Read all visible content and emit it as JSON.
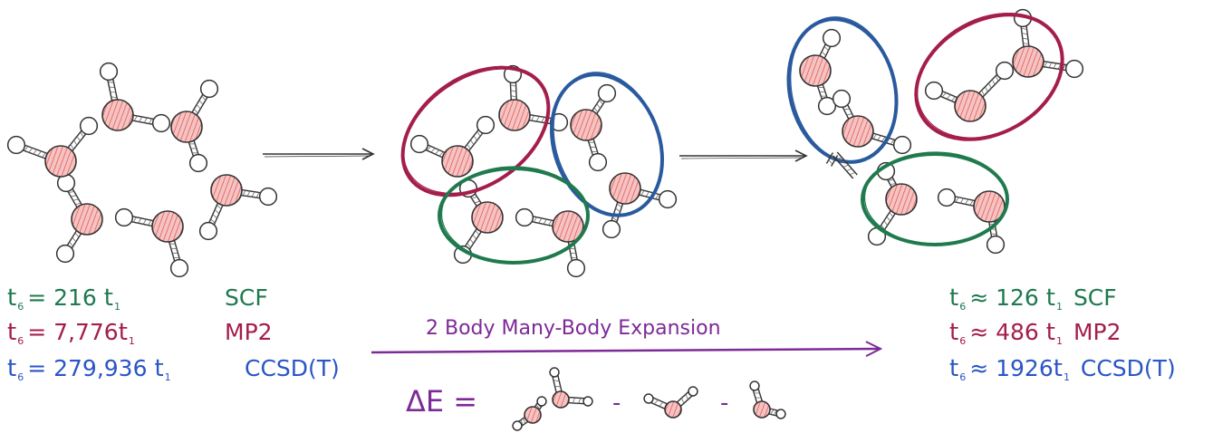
{
  "colors": {
    "scf": "#1f7a4e",
    "mp2": "#a41e4a",
    "ccsdt": "#2a55c6",
    "mbe": "#7d2a96",
    "atom_o": "#f3b9b8",
    "atom_o_hatch": "#e0605e",
    "atom_h": "#ffffff",
    "bond": "#333333"
  },
  "left_costs": [
    {
      "var": "t",
      "sub": "6",
      "op": "=",
      "value": "216",
      "unit": "t",
      "unit_sub": "1",
      "method": "SCF"
    },
    {
      "var": "t",
      "sub": "6",
      "op": "=",
      "value": "7,776",
      "unit": "t",
      "unit_sub": "1",
      "method": "MP2"
    },
    {
      "var": "t",
      "sub": "6",
      "op": "=",
      "value": "279,936",
      "unit": "t",
      "unit_sub": "1",
      "method": "CCSD(T)"
    }
  ],
  "right_costs": [
    {
      "var": "t",
      "sub": "6",
      "op": "≈",
      "value": "126",
      "unit": "t",
      "unit_sub": "1",
      "method": "SCF"
    },
    {
      "var": "t",
      "sub": "6",
      "op": "≈",
      "value": "486",
      "unit": "t",
      "unit_sub": "1",
      "method": "MP2"
    },
    {
      "var": "t",
      "sub": "6",
      "op": "≈",
      "value": "1926",
      "unit": "t",
      "unit_sub": "1",
      "method": "CCSD(T)"
    }
  ],
  "mbe": {
    "label": "2 Body Many-Body Expansion",
    "delta_e": "ΔE =",
    "minus": "-"
  }
}
